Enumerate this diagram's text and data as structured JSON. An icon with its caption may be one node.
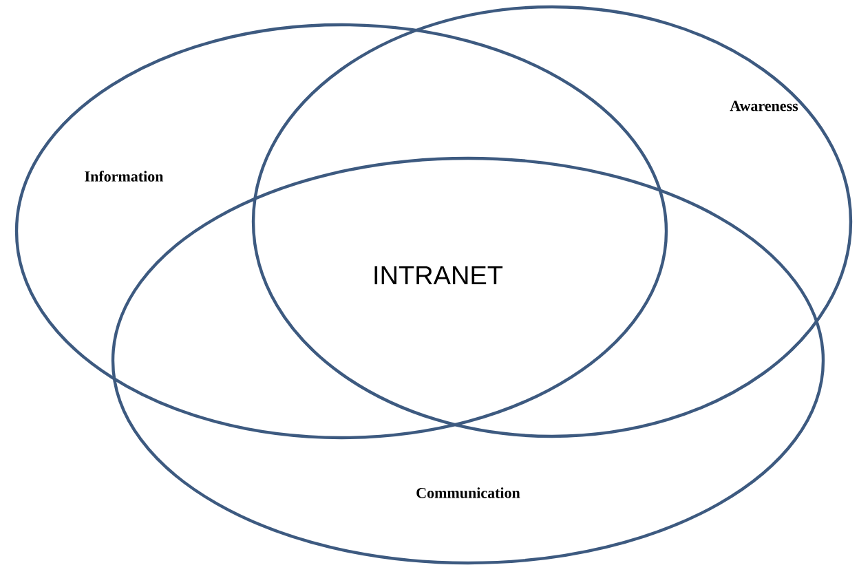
{
  "diagram": {
    "nodes": [
      {
        "text": [
          "Information"
        ]
      },
      {
        "text": [
          "Awareness"
        ]
      },
      {
        "text": [
          "Communication"
        ]
      }
    ],
    "labels": [
      "INTRANET"
    ]
  }
}
